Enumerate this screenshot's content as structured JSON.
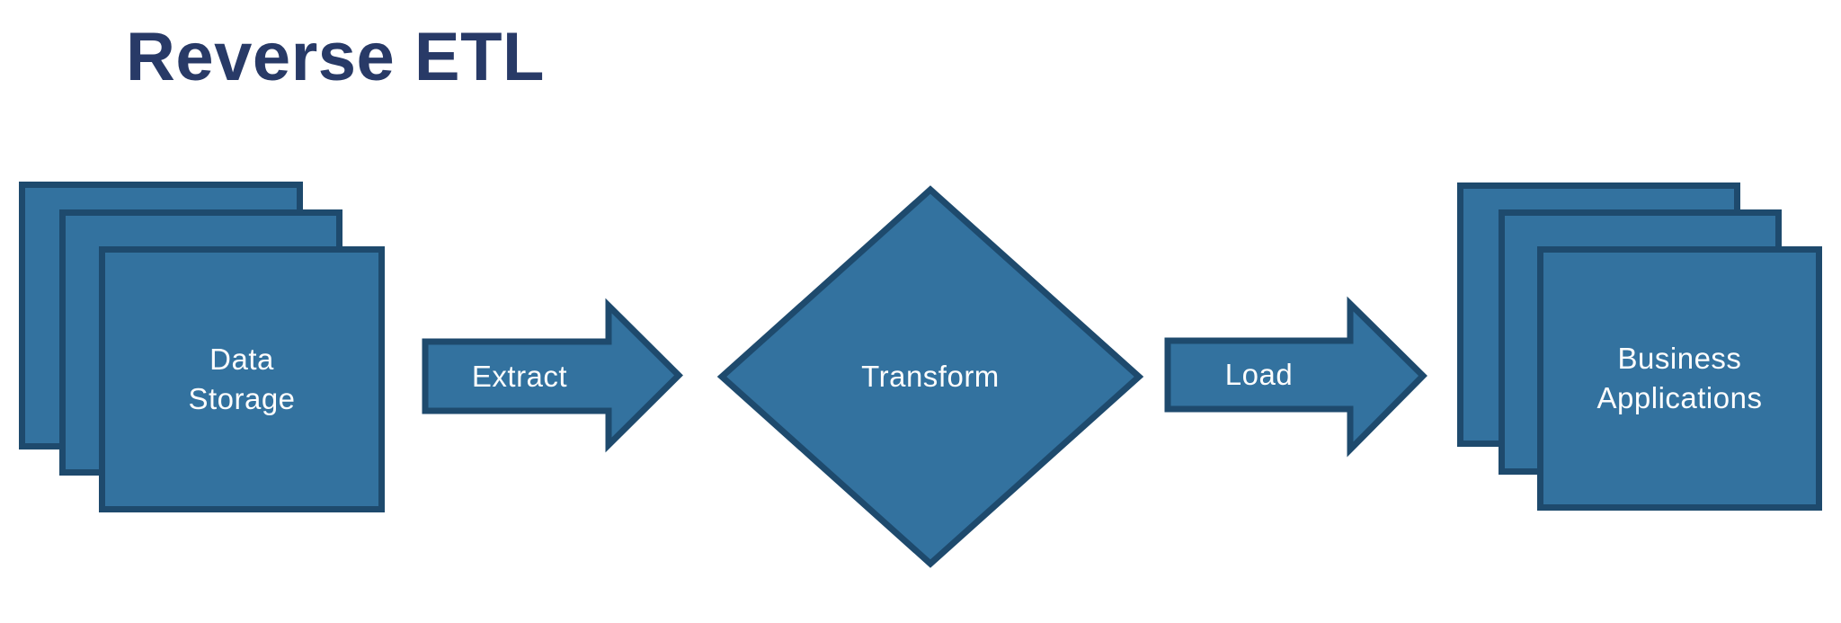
{
  "title": "Reverse ETL",
  "colors": {
    "background": "#ffffff",
    "title_text": "#283a67",
    "shape_fill": "#33729f",
    "shape_border": "#1e4a6d",
    "shape_label_text": "#fdfdfd"
  },
  "diagram": {
    "source_stack": {
      "label": "Data\nStorage"
    },
    "extract_arrow": {
      "label": "Extract"
    },
    "transform_diamond": {
      "label": "Transform"
    },
    "load_arrow": {
      "label": "Load"
    },
    "destination_stack": {
      "label": "Business\nApplications"
    }
  }
}
